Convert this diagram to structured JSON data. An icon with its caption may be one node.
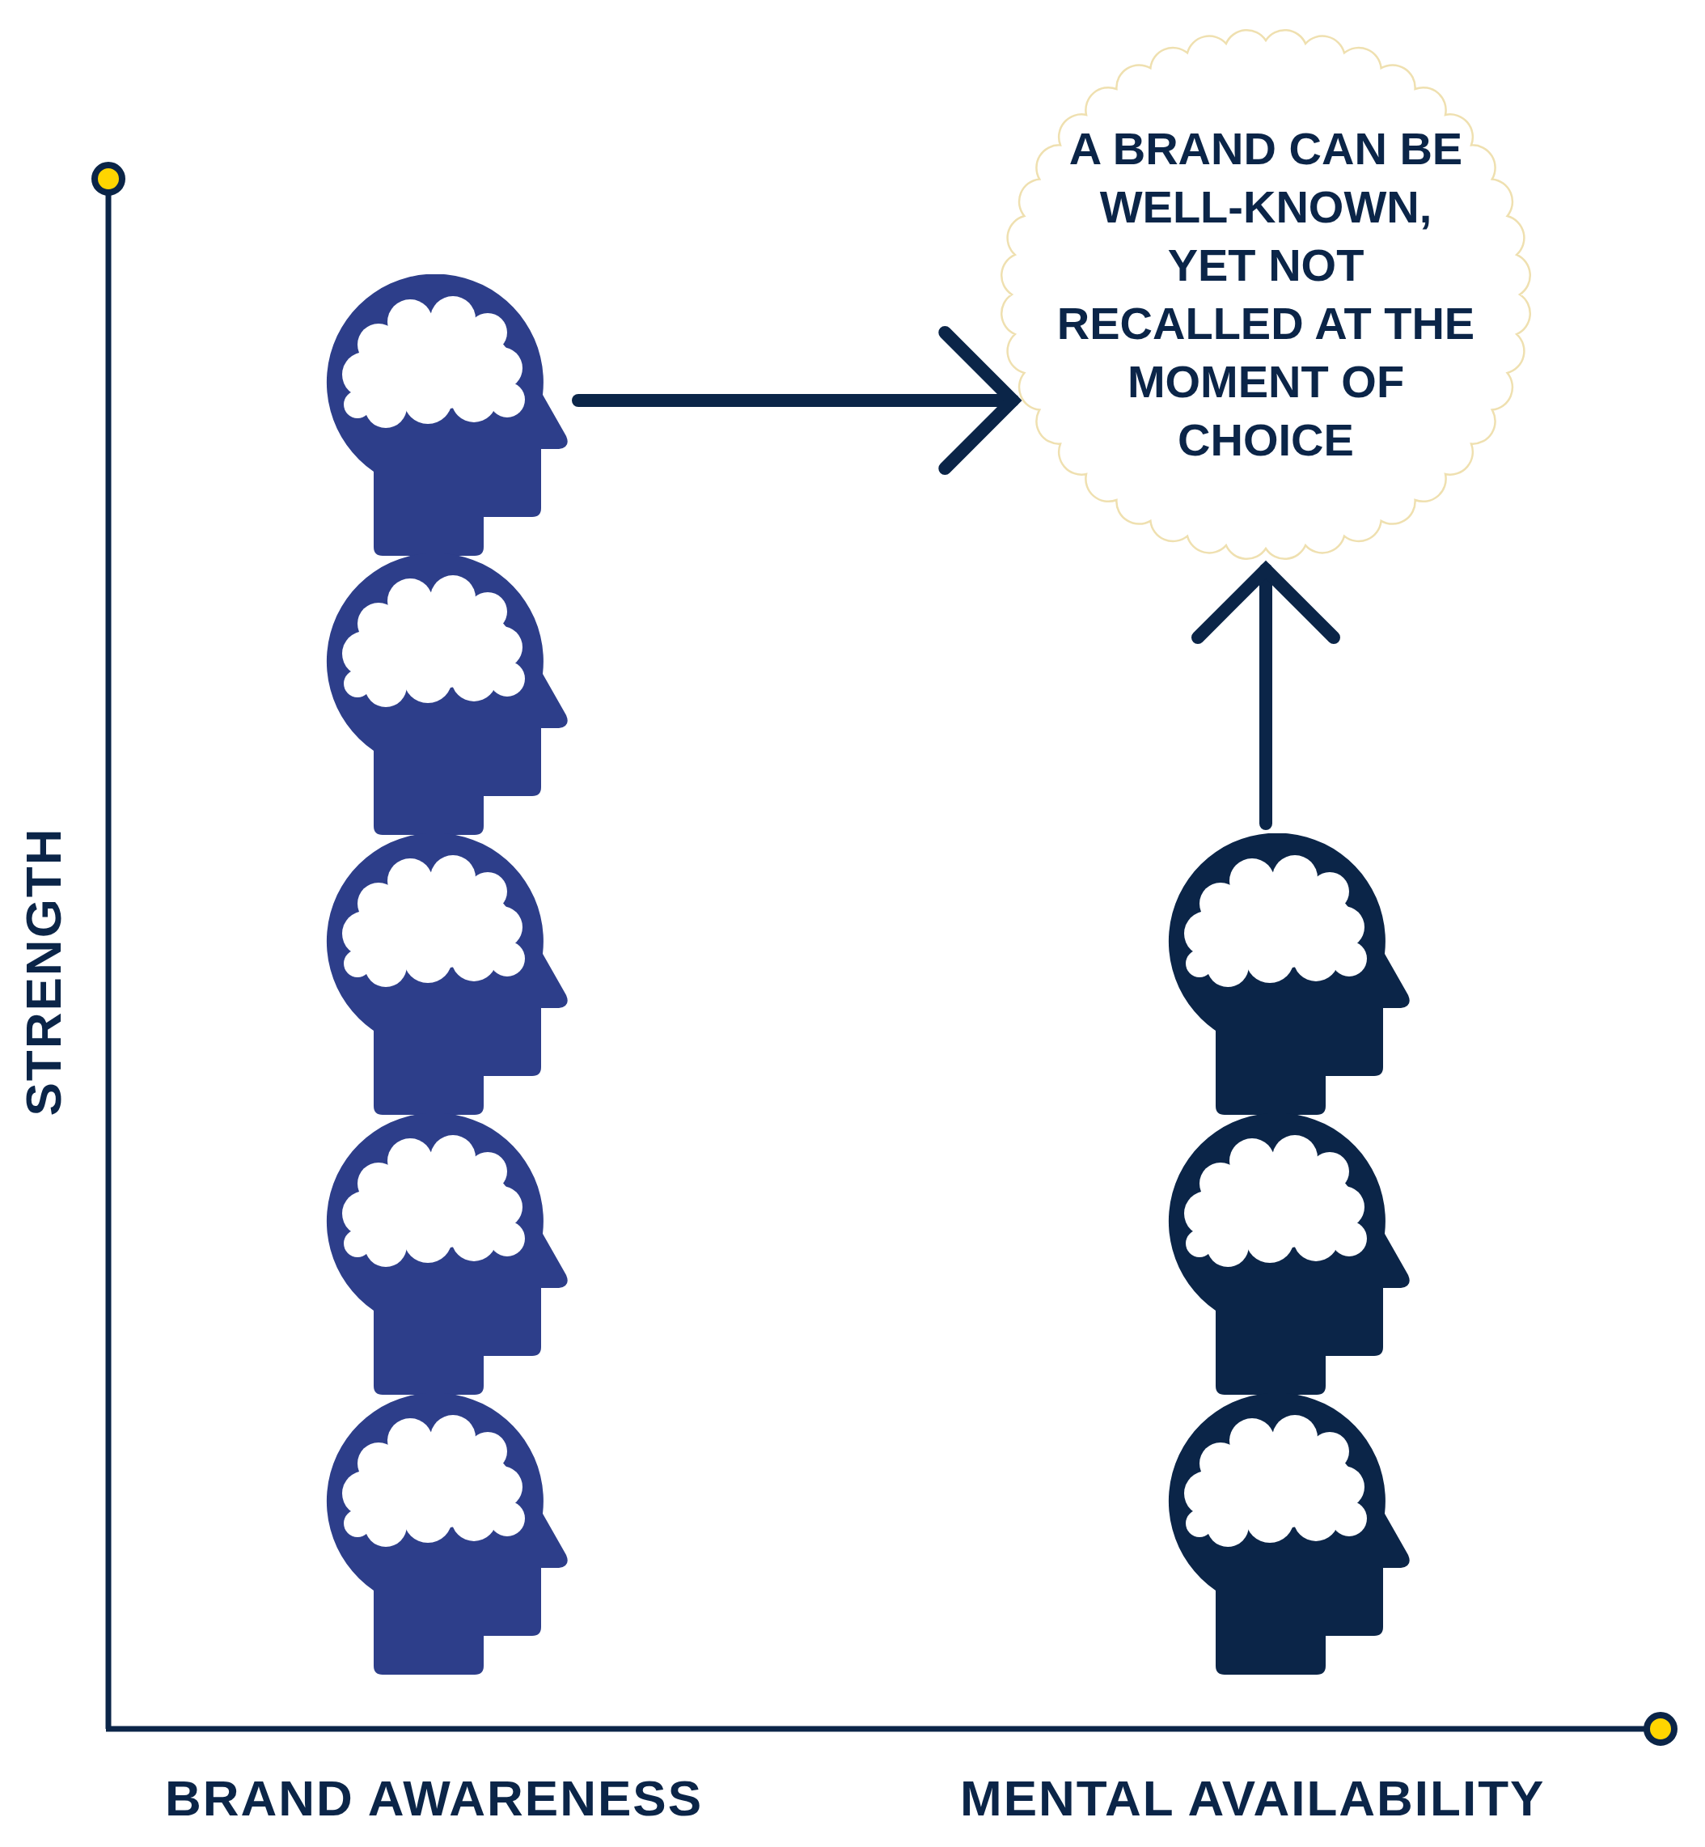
{
  "diagram": {
    "nodes": [
      {
        "text": [],
        "shape": "picture"
      },
      {
        "text": [],
        "shape": "picture"
      },
      {
        "text": [],
        "shape": "picture"
      },
      {
        "text": [],
        "shape": "picture"
      },
      {
        "text": [],
        "shape": "picture"
      },
      {
        "text": [
          "A BRAND CAN BE WELL-KNOWN, YET NOT RECALLED AT THE MOMENT OF CHOICE"
        ]
      },
      {
        "text": [],
        "shape": "picture"
      },
      {
        "text": [],
        "shape": "picture"
      },
      {
        "text": [],
        "shape": "picture"
      }
    ],
    "edges": [
      {
        "from": 0,
        "to": 5,
        "arrow": "to"
      },
      {
        "from": 6,
        "to": 5,
        "arrow": "to"
      }
    ],
    "labels": [
      "STRENGTH",
      "BRAND AWARENESS",
      "MENTAL AVAILABILITY"
    ]
  }
}
